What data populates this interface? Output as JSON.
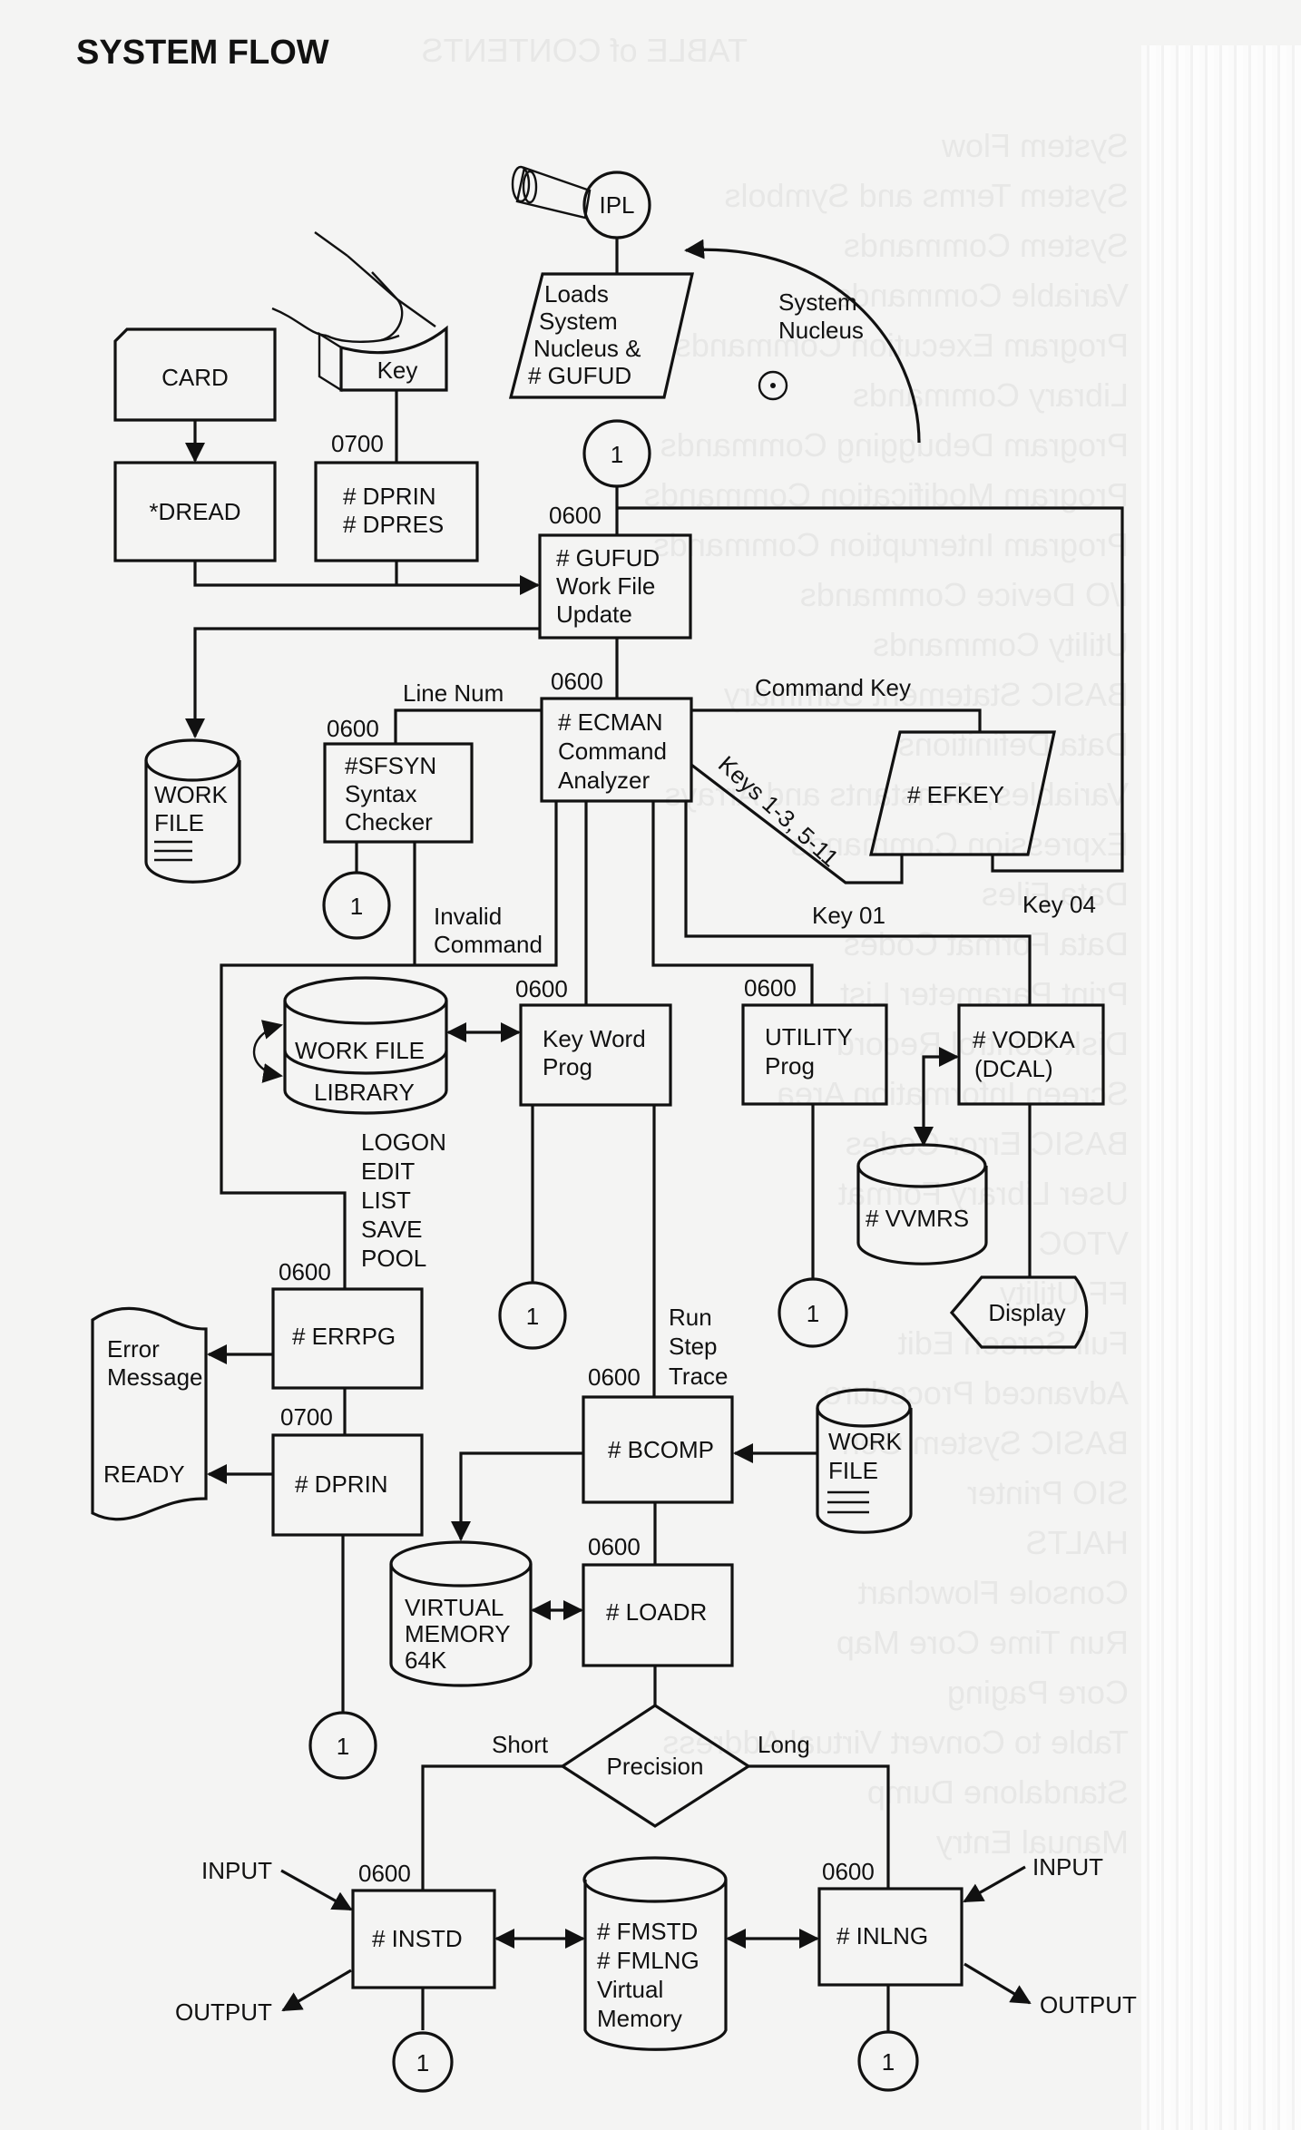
{
  "page": {
    "title": "SYSTEM FLOW",
    "ghost_bleed_through": {
      "heading": "TABLE of CONTENTS",
      "lines": [
        "System Flow",
        "System Terms and Symbols",
        "System Commands",
        "Variable Commands",
        "Program Execution Commands",
        "Library Commands",
        "Program Debugging Commands",
        "Program Modification Commands",
        "Program Interruption Commands",
        "I/O Device Commands",
        "Utility Commands",
        "BASIC Statement Summary",
        "Data Definitions",
        "Variables, Constants and Arrays",
        "Expression Commands",
        "Data Files",
        "Data Format Codes",
        "Print Parameter List",
        "Disk Control Record",
        "Screen Information Area",
        "BASIC Error Codes",
        "User Library Format",
        "VTOC",
        "FF Utility",
        "Full Screen Edit",
        "Advanced Procedure",
        "BASIC System Gen",
        "SIO Printer",
        "HALTS",
        "Console Flowchart",
        "Run Time Core Map",
        "Core Paging",
        "Table to Convert Virtual Address",
        "Standalone Dump",
        "Manual Entry"
      ]
    }
  },
  "nodes": {
    "ipl": {
      "label": "IPL"
    },
    "loads": {
      "lines": [
        "Loads",
        "System",
        "Nucleus &",
        "# GUFUD"
      ]
    },
    "system_nucleus": {
      "lines": [
        "System",
        "Nucleus"
      ]
    },
    "card": {
      "label": "CARD"
    },
    "key": {
      "label": "Key"
    },
    "dread": {
      "label": "*DREAD"
    },
    "dprin_dpres": {
      "lines": [
        "# DPRIN",
        "# DPRES"
      ],
      "code": "0700"
    },
    "gufud": {
      "lines": [
        "# GUFUD",
        "Work File",
        "Update"
      ],
      "code": "0600"
    },
    "work_file_1": {
      "lines": [
        "WORK",
        "FILE"
      ]
    },
    "sfsyn": {
      "lines": [
        "#SFSYN",
        "Syntax",
        "Checker"
      ],
      "code": "0600"
    },
    "ecman": {
      "lines": [
        "# ECMAN",
        "Command",
        "Analyzer"
      ],
      "code": "0600"
    },
    "efkey": {
      "label": "# EFKEY"
    },
    "workfile_library": {
      "lines": [
        "WORK FILE",
        "LIBRARY"
      ]
    },
    "keyword": {
      "lines": [
        "Key Word",
        "Prog"
      ],
      "code": "0600"
    },
    "utility": {
      "lines": [
        "UTILITY",
        "Prog"
      ],
      "code": "0600"
    },
    "vodka": {
      "lines": [
        "# VODKA",
        "(DCAL)"
      ]
    },
    "vvmrs": {
      "label": "# VVMRS"
    },
    "display": {
      "label": "Display"
    },
    "errpg": {
      "label": "# ERRPG",
      "code": "0600"
    },
    "dprin": {
      "label": "# DPRIN",
      "code": "0700"
    },
    "terminal": {
      "lines": [
        "Error",
        "Message"
      ],
      "ready": "READY"
    },
    "bcomp": {
      "label": "# BCOMP",
      "code": "0600"
    },
    "work_file_2": {
      "lines": [
        "WORK",
        "FILE"
      ]
    },
    "virtual_memory": {
      "lines": [
        "VIRTUAL",
        "MEMORY",
        "64K"
      ]
    },
    "loadr": {
      "label": "# LOADR",
      "code": "0600"
    },
    "precision": {
      "label": "Precision"
    },
    "instd": {
      "label": "# INSTD",
      "code": "0600"
    },
    "fm": {
      "lines": [
        "# FMSTD",
        "# FMLNG",
        "Virtual",
        "Memory"
      ]
    },
    "inlng": {
      "label": "# INLNG",
      "code": "0600"
    },
    "connector": {
      "label": "1"
    }
  },
  "edge_labels": {
    "line_num": "Line  Num",
    "command_key": "Command  Key",
    "keys_range": "Keys 1-3, 5-11",
    "key01": "Key  01",
    "key04": "Key 04",
    "invalid": [
      "Invalid",
      "Command"
    ],
    "commands": [
      "LOGON",
      "EDIT",
      "LIST",
      "SAVE",
      "POOL"
    ],
    "run_step_trace": [
      "Run",
      "Step",
      "Trace"
    ],
    "short": "Short",
    "long": "Long",
    "input": "INPUT",
    "output": "OUTPUT"
  }
}
